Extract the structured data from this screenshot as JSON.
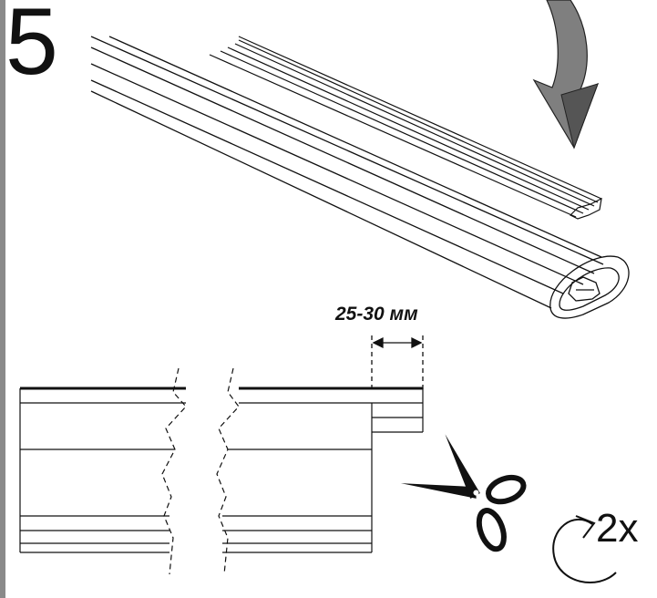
{
  "step": {
    "number": "5"
  },
  "dimension": {
    "label": "25-30 мм"
  },
  "repeat": {
    "label": "2x"
  },
  "icons": {
    "arrow": "curved-down-arrow-icon",
    "scissors": "scissors-icon",
    "repeat": "circular-repeat-arrow-icon"
  },
  "colors": {
    "arrow_fill": "#7f7f7f",
    "line": "#111111",
    "border": "#8a8a8a"
  }
}
